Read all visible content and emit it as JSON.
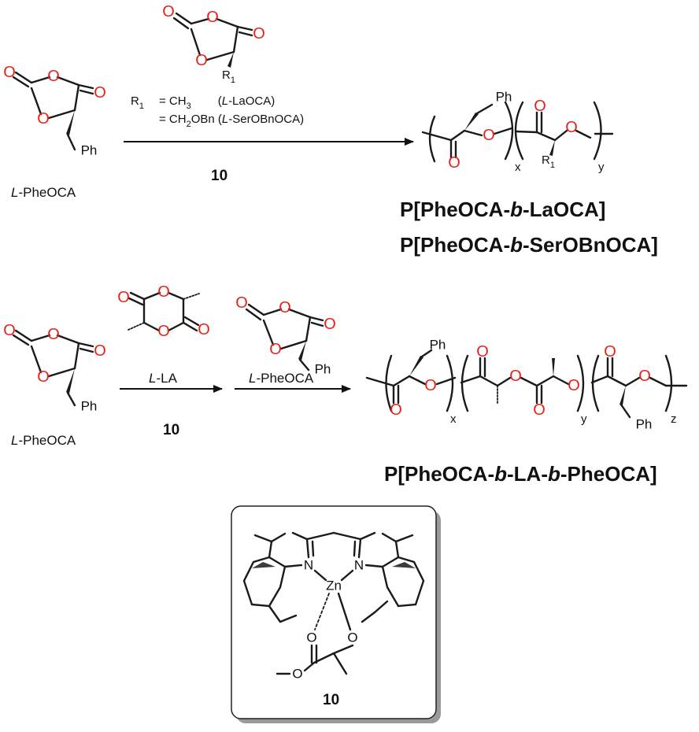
{
  "scheme1": {
    "monomer_label_italic": "L",
    "monomer_label_rest": "-PheOCA",
    "r1_prefix": "R",
    "r1_sub": "1",
    "r1_line1_value": "= CH",
    "r1_line1_sub": "3",
    "r1_line1_paren_open": "(",
    "r1_line1_italic": "L",
    "r1_line1_rest": "-LaOCA)",
    "r1_line2_value": "= CH",
    "r1_line2_sub": "2",
    "r1_line2_rest_a": "OBn (",
    "r1_line2_italic": "L",
    "r1_line2_rest_b": "-SerOBnOCA)",
    "catalyst": "10",
    "product_1_a": "P[PheOCA-",
    "product_1_b": "b",
    "product_1_c": "-LaOCA]",
    "product_2_a": "P[PheOCA-",
    "product_2_b": "b",
    "product_2_c": "-SerOBnOCA]",
    "sub_x": "x",
    "sub_y": "y",
    "ph": "Ph"
  },
  "scheme2": {
    "monomer_label_italic": "L",
    "monomer_label_rest": "-PheOCA",
    "step1_italic": "L",
    "step1_rest": "-LA",
    "step2_italic": "L",
    "step2_rest": "-PheOCA",
    "catalyst": "10",
    "product_a": "P[PheOCA-",
    "product_b": "b",
    "product_c": "-LA-",
    "product_d": "b",
    "product_e": "-PheOCA]",
    "sub_x": "x",
    "sub_y": "y",
    "sub_z": "z"
  },
  "catalyst_box": {
    "n_left": "N",
    "n_right": "N",
    "metal": "Zn",
    "label": "10"
  },
  "atoms": {
    "oxygen": "O",
    "phenyl": "Ph"
  },
  "colors": {
    "oxygen": "#e8221a",
    "bond": "#1a1a1a"
  }
}
